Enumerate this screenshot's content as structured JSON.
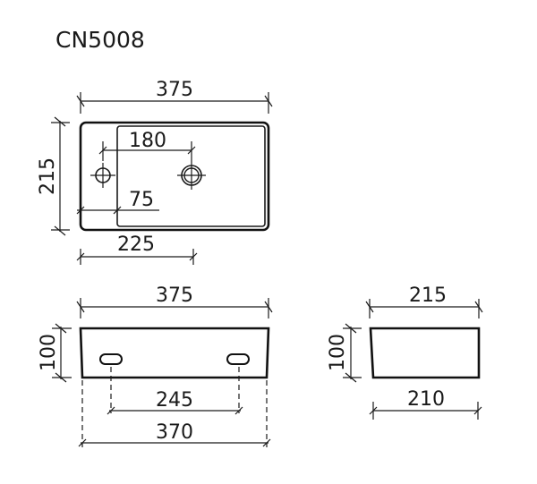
{
  "title": "CN5008",
  "views": {
    "top": {
      "width_label": "375",
      "depth_label": "215",
      "hole_spacing_label": "180",
      "tap_offset_label": "75",
      "drain_offset_label": "225"
    },
    "front": {
      "top_width_label": "375",
      "height_label": "100",
      "fixing_spacing_label": "245",
      "bottom_width_label": "370"
    },
    "side": {
      "top_depth_label": "215",
      "height_label": "100",
      "bottom_depth_label": "210"
    }
  },
  "colors": {
    "line": "#1a1a1a",
    "background": "#ffffff"
  }
}
